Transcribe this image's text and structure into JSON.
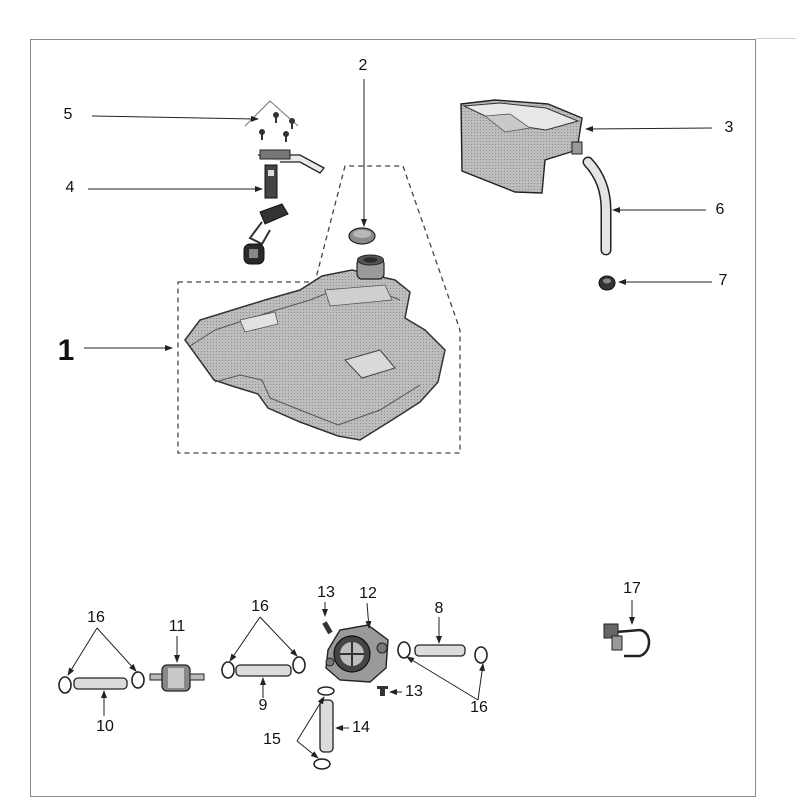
{
  "diagram": {
    "labels": {
      "l1": "1",
      "l2": "2",
      "l3": "3",
      "l4": "4",
      "l5": "5",
      "l6": "6",
      "l7": "7",
      "l8": "8",
      "l9": "9",
      "l10": "10",
      "l11": "11",
      "l12": "12",
      "l13a": "13",
      "l13b": "13",
      "l14": "14",
      "l15": "15",
      "l16a": "16",
      "l16b": "16",
      "l16c": "16",
      "l17": "17"
    }
  }
}
